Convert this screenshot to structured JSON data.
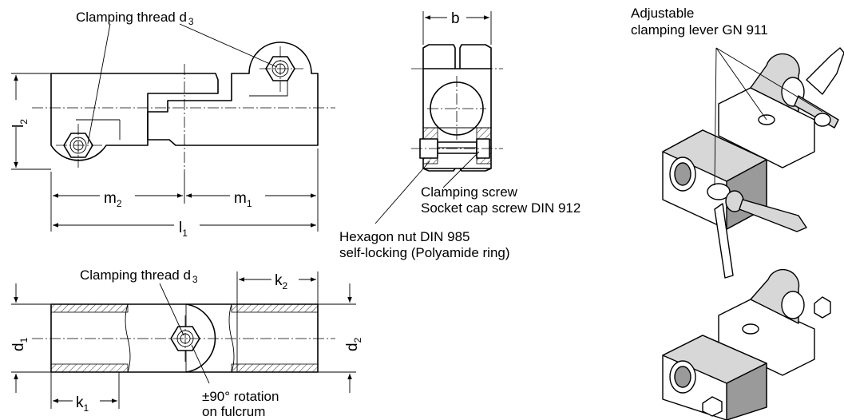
{
  "labels": {
    "clamping_thread_top": "Clamping thread d",
    "clamping_thread_top_sub": "3",
    "clamping_thread_bottom": "Clamping thread d",
    "clamping_thread_bottom_sub": "3",
    "lever_line1": "Adjustable",
    "lever_line2": "clamping lever  GN 911",
    "screw_line1": "Clamping screw",
    "screw_line2": "Socket cap screw DIN 912",
    "nut_line1": "Hexagon nut  DIN 985",
    "nut_line2": "self-locking (Polyamide ring)",
    "rotation_line1": "±90° rotation",
    "rotation_line2": "on fulcrum"
  },
  "dimensions": {
    "b": "b",
    "l": "l",
    "sub_1": "1",
    "sub_2": "2",
    "m": "m",
    "k": "k",
    "d": "d"
  }
}
